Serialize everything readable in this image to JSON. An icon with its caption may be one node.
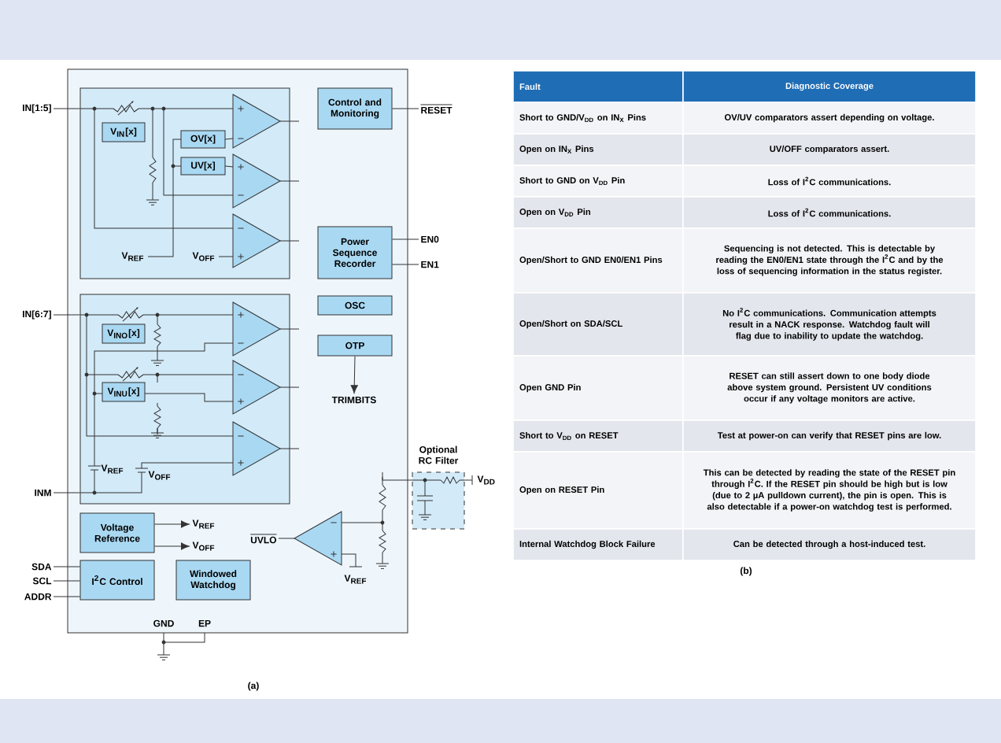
{
  "diagram": {
    "nodes": [
      {
        "text": [],
        "shape": "box"
      },
      {
        "text": [],
        "shape": "box",
        "in": 0
      },
      {
        "text": [
          "V$_{IN}$[x]"
        ],
        "in": 1
      },
      {
        "text": [
          "OV[x]"
        ],
        "in": 1
      },
      {
        "text": [
          "UV[x]"
        ],
        "in": 1
      },
      {
        "text": [
          "Control and Monitoring"
        ],
        "in": 0
      },
      {
        "text": [
          "Power Sequence Recorder"
        ],
        "in": 0
      },
      {
        "text": [],
        "shape": "box",
        "in": 0
      },
      {
        "text": [
          "V$_{INO}$[x]"
        ],
        "in": 7
      },
      {
        "text": [
          "V$_{INU}$[x]"
        ],
        "in": 7
      },
      {
        "text": [
          "OSC"
        ],
        "in": 0
      },
      {
        "text": [
          "OTP"
        ],
        "in": 0
      },
      {
        "text": [
          "TRIMBITS"
        ],
        "in": 0
      },
      {
        "text": [
          "Voltage Reference"
        ],
        "in": 0
      },
      {
        "text": [
          "V$_{REF}$"
        ],
        "in": 0
      },
      {
        "text": [
          "V$_{OFF}$"
        ],
        "in": 0
      },
      {
        "text": [
          "I$^{2}$C Control"
        ],
        "in": 0
      },
      {
        "text": [
          "Windowed Watchdog"
        ],
        "in": 0
      },
      {
        "text": [
          "Optional RC Filter"
        ]
      },
      {
        "text": [
          "IN[1:5]"
        ]
      },
      {
        "text": [
          "RESET"
        ]
      },
      {
        "text": [
          "EN0"
        ]
      },
      {
        "text": [
          "EN1"
        ]
      },
      {
        "text": [
          "IN[6:7]"
        ]
      },
      {
        "text": [
          "INM"
        ]
      },
      {
        "text": [
          "SDA"
        ]
      },
      {
        "text": [
          "SCL"
        ]
      },
      {
        "text": [
          "ADDR"
        ]
      }
    ],
    "edges": [
      {
        "from": 19,
        "to": 1,
        "arrow": "none"
      },
      {
        "from": 5,
        "to": 20,
        "arrow": "none"
      },
      {
        "from": 6,
        "to": 21,
        "arrow": "none"
      },
      {
        "from": 6,
        "to": 22,
        "arrow": "none"
      },
      {
        "from": 23,
        "to": 7,
        "arrow": "none"
      },
      {
        "from": 24,
        "to": 7,
        "arrow": "none"
      },
      {
        "from": 11,
        "to": 12,
        "arrow": "to"
      },
      {
        "from": 13,
        "to": 14,
        "arrow": "to"
      },
      {
        "from": 13,
        "to": 15,
        "arrow": "to"
      },
      {
        "from": 25,
        "to": 16,
        "arrow": "none"
      },
      {
        "from": 26,
        "to": 16,
        "arrow": "none"
      },
      {
        "from": 27,
        "to": 16,
        "arrow": "none"
      }
    ],
    "labels": [
      "V$_{REF}$",
      "V$_{OFF}$",
      "V$_{REF}$",
      "V$_{OFF}$",
      "V$_{DD}$",
      "UVLO",
      "V$_{REF}$",
      "GND",
      "EP",
      "(a)",
      "Fault",
      "Diagnostic Coverage",
      "Short to GND/V$_{DD}$ on IN$_{X}$ Pins",
      "OV/UV comparators assert depending on voltage.",
      "Open on IN$_{X}$ Pins",
      "UV/OFF comparators assert.",
      "Short to GND on V$_{DD}$ Pin",
      "Loss of I$^{2}$C communications.",
      "Open on V$_{DD}$ Pin",
      "Loss of I$^{2}$C communications.",
      "Open/Short to GND EN0/EN1 Pins",
      "Sequencing is not detected. This is detectable by reading the EN0/EN1 state through the I$^{2}$C and by the loss of sequencing information in the status register.",
      "Open/Short on SDA/SCL",
      "No I$^{2}$C communications. Communication attempts result in a NACK response. Watchdog fault will flag due to inability to update the watchdog.",
      "Open GND Pin",
      "RESET can still assert down to one body diode above system ground. Persistent UV conditions occur if any voltage monitors are active.",
      "Short to V$_{DD}$ on RESET",
      "Test at power-on can verify that RESET pins are low.",
      "Open on RESET Pin",
      "This can be detected by reading the state of the RESET pin through I$^{2}$C. If the RESET pin should be high but is low (due to 2 µA pulldown current), the pin is open. This is also detectable if a power-on watchdog test is performed.",
      "Internal Watchdog Block Failure",
      "Can be detected through a host-induced test.",
      "(b)"
    ]
  }
}
